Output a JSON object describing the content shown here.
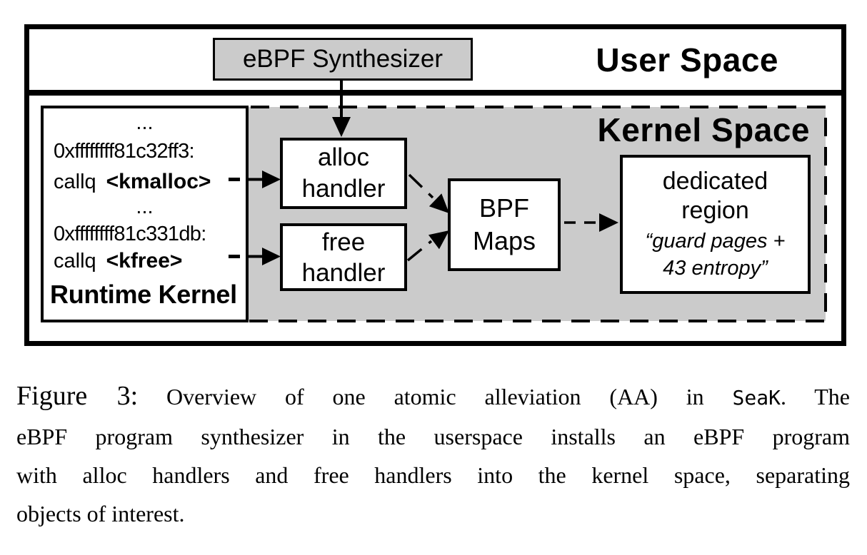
{
  "figure": {
    "user_space_label": "User Space",
    "kernel_space_label": "Kernel Space",
    "synthesizer_label": "eBPF Synthesizer",
    "runtime_kernel": {
      "ellipsis1": "...",
      "addr1": "0xffffffff81c32ff3:",
      "call1_prefix": "callq",
      "call1_target": "<kmalloc>",
      "ellipsis2": "...",
      "addr2": "0xffffffff81c331db:",
      "call2_prefix": "callq",
      "call2_target": "<kfree>",
      "title": "Runtime Kernel"
    },
    "alloc_handler": {
      "line1": "alloc",
      "line2": "handler"
    },
    "free_handler": {
      "line1": "free",
      "line2": "handler"
    },
    "bpf_maps": {
      "line1": "BPF",
      "line2": "Maps"
    },
    "dedicated_region": {
      "line1": "dedicated",
      "line2": "region",
      "note_line1": "“guard pages +",
      "note_line2": "43 entropy”"
    }
  },
  "caption": {
    "label": "Figure 3:",
    "line1_pre": " Overview of one atomic alleviation (AA) in ",
    "line1_code": "SeaK",
    "line1_post": ". The",
    "line2": "eBPF program synthesizer in the userspace installs an eBPF program",
    "line3": "with alloc handlers and free handlers into the kernel space, separating",
    "line4": "objects of interest."
  },
  "colors": {
    "region_gray": "#cbcbcb",
    "line_black": "#000000"
  }
}
